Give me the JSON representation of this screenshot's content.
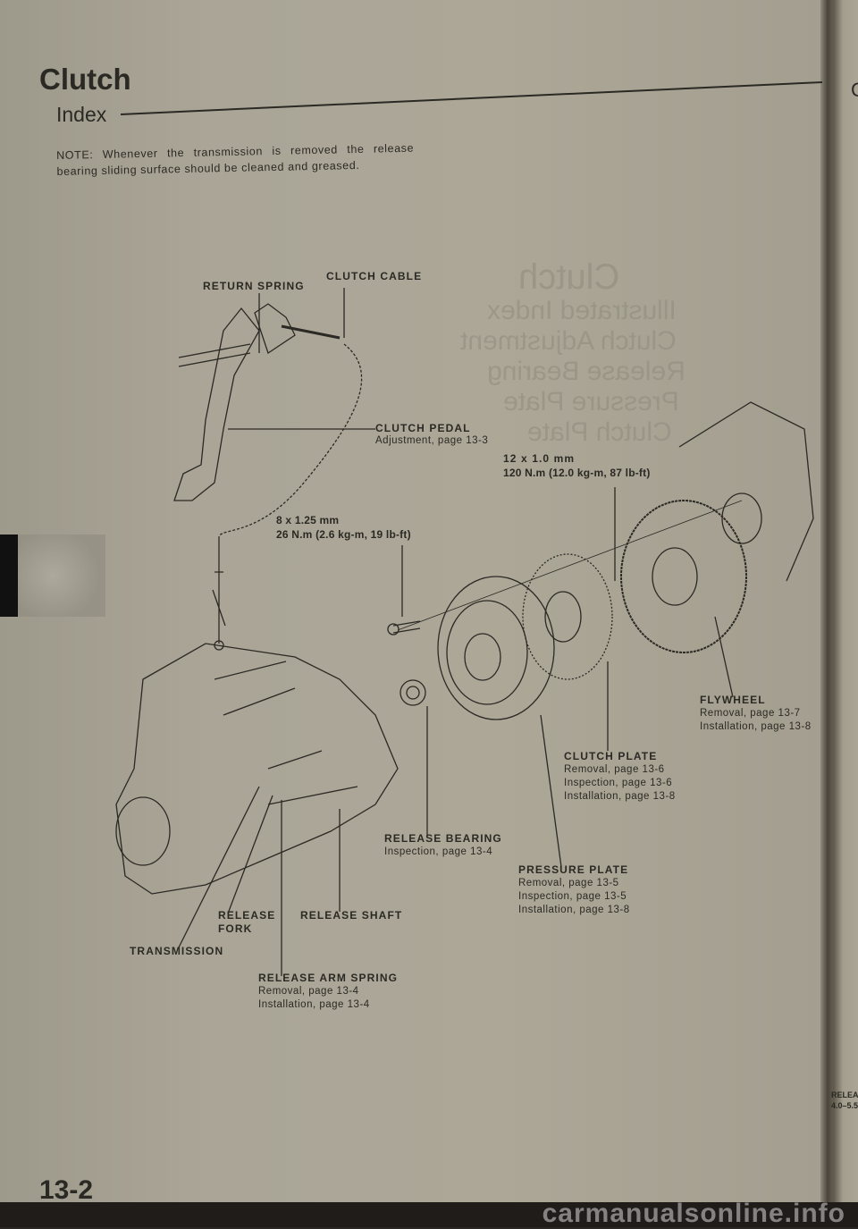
{
  "header": {
    "title": "Clutch",
    "subtitle": "Index"
  },
  "note": "NOTE: Whenever the transmission is removed the release bearing sliding surface should be cleaned and greased.",
  "labels": {
    "return_spring": "RETURN SPRING",
    "clutch_cable": "CLUTCH CABLE",
    "clutch_pedal": {
      "title": "CLUTCH PEDAL",
      "lines": [
        "Adjustment, page 13-3"
      ]
    },
    "bolt_large": {
      "size": "12 x 1.0 mm",
      "torque": "120 N.m (12.0 kg-m, 87 lb-ft)"
    },
    "bolt_small": {
      "size": "8 x 1.25 mm",
      "torque": "26 N.m (2.6 kg-m, 19 lb-ft)"
    },
    "flywheel": {
      "title": "FLYWHEEL",
      "lines": [
        "Removal, page 13-7",
        "Installation, page 13-8"
      ]
    },
    "clutch_plate": {
      "title": "CLUTCH PLATE",
      "lines": [
        "Removal, page 13-6",
        "Inspection, page 13-6",
        "Installation,  page 13-8"
      ]
    },
    "release_bearing": {
      "title": "RELEASE BEARING",
      "lines": [
        "Inspection, page 13-4"
      ]
    },
    "pressure_plate": {
      "title": "PRESSURE PLATE",
      "lines": [
        "Removal, page 13-5",
        "Inspection, page 13-5",
        "Installation, page 13-8"
      ]
    },
    "release_fork": [
      "RELEASE",
      "FORK"
    ],
    "release_shaft": "RELEASE SHAFT",
    "transmission": "TRANSMISSION",
    "release_arm_spring": {
      "title": "RELEASE ARM SPRING",
      "lines": [
        "Removal, page 13-4",
        "Installation, page 13-4"
      ]
    }
  },
  "bleed_through": [
    "Clutch",
    "Illustrated Index",
    "Clutch Adjustment",
    "Release Bearing",
    "Pressure Plate",
    "Clutch Plate"
  ],
  "page_number": "13-2",
  "right_page": {
    "fragment_top": "C",
    "fragment_a": "RELEA",
    "fragment_b": "4.0–5.5"
  },
  "watermark": "carmanualsonline.info"
}
